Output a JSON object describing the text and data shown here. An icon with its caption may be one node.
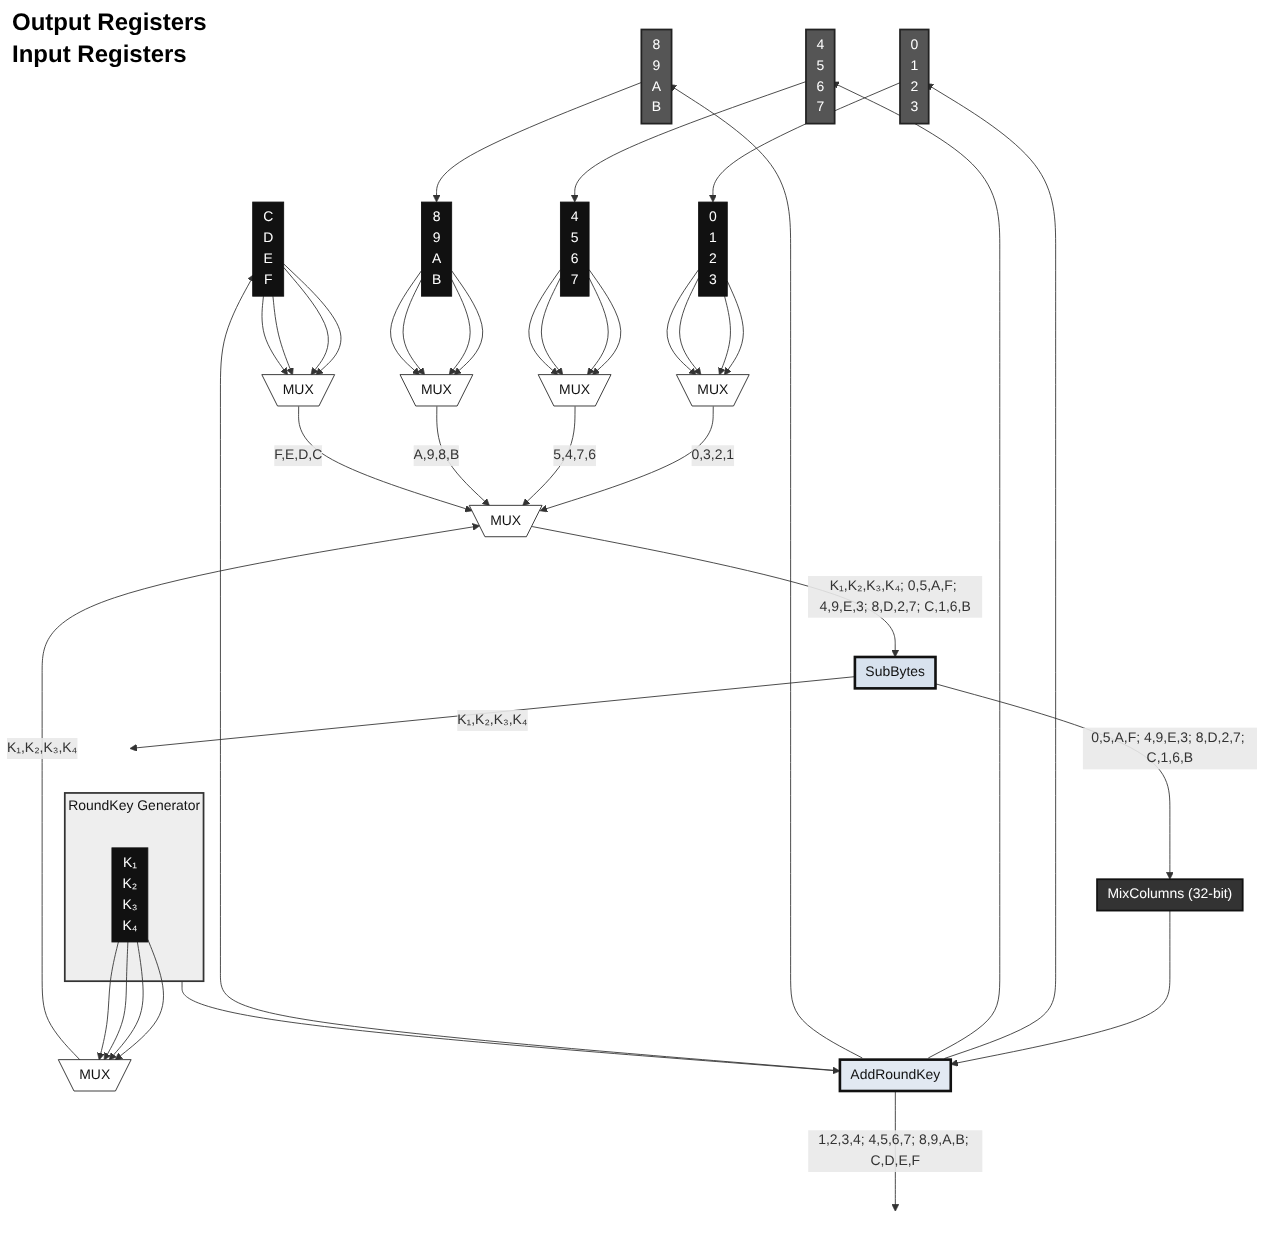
{
  "diagram": {
    "nodes": [
      {
        "text": [
          "0",
          "1",
          "2",
          "3"
        ]
      },
      {
        "text": [
          "4",
          "5",
          "6",
          "7"
        ]
      },
      {
        "text": [
          "8",
          "9",
          "A",
          "B"
        ]
      },
      {
        "text": [
          "0",
          "1",
          "2",
          "3"
        ]
      },
      {
        "text": [
          "4",
          "5",
          "6",
          "7"
        ]
      },
      {
        "text": [
          "8",
          "9",
          "A",
          "B"
        ]
      },
      {
        "text": [
          "C",
          "D",
          "E",
          "F"
        ]
      },
      {
        "text": [
          "RoundKey Generator"
        ]
      },
      {
        "text": [
          "K₁",
          "K₂",
          "K₃",
          "K₄"
        ],
        "in": 7
      },
      {
        "text": [
          "MUX"
        ]
      },
      {
        "text": [
          "MUX"
        ]
      },
      {
        "text": [
          "MUX"
        ]
      },
      {
        "text": [
          "MUX"
        ]
      },
      {
        "text": [
          "MUX"
        ]
      },
      {
        "text": [
          "MUX"
        ]
      },
      {
        "text": [
          "SubBytes"
        ]
      },
      {
        "text": [
          "MixColumns (32-bit)"
        ]
      },
      {
        "text": [
          "AddRoundKey"
        ]
      }
    ],
    "edges": [
      {
        "from": 0,
        "to": 3,
        "arrow": "to"
      },
      {
        "from": 1,
        "to": 4,
        "arrow": "to"
      },
      {
        "from": 2,
        "to": 5,
        "arrow": "to"
      },
      {
        "from": 3,
        "to": 9,
        "arrow": "to"
      },
      {
        "from": 3,
        "to": 9,
        "arrow": "to"
      },
      {
        "from": 3,
        "to": 9,
        "arrow": "to"
      },
      {
        "from": 3,
        "to": 9,
        "arrow": "to"
      },
      {
        "from": 4,
        "to": 10,
        "arrow": "to"
      },
      {
        "from": 4,
        "to": 10,
        "arrow": "to"
      },
      {
        "from": 4,
        "to": 10,
        "arrow": "to"
      },
      {
        "from": 4,
        "to": 10,
        "arrow": "to"
      },
      {
        "from": 5,
        "to": 11,
        "arrow": "to"
      },
      {
        "from": 5,
        "to": 11,
        "arrow": "to"
      },
      {
        "from": 5,
        "to": 11,
        "arrow": "to"
      },
      {
        "from": 5,
        "to": 11,
        "arrow": "to"
      },
      {
        "from": 6,
        "to": 12,
        "arrow": "to"
      },
      {
        "from": 6,
        "to": 12,
        "arrow": "to"
      },
      {
        "from": 6,
        "to": 12,
        "arrow": "to"
      },
      {
        "from": 6,
        "to": 12,
        "arrow": "to"
      },
      {
        "from": 8,
        "to": 13,
        "arrow": "to"
      },
      {
        "from": 8,
        "to": 13,
        "arrow": "to"
      },
      {
        "from": 8,
        "to": 13,
        "arrow": "to"
      },
      {
        "from": 8,
        "to": 13,
        "arrow": "to"
      },
      {
        "from": 9,
        "to": 14,
        "arrow": "to",
        "label": "0,3,2,1"
      },
      {
        "from": 10,
        "to": 14,
        "arrow": "to",
        "label": "5,4,7,6"
      },
      {
        "from": 11,
        "to": 14,
        "arrow": "to",
        "label": "A,9,8,B"
      },
      {
        "from": 12,
        "to": 14,
        "arrow": "to",
        "label": "F,E,D,C"
      },
      {
        "from": 13,
        "to": 14,
        "arrow": "to",
        "label": "K₁,K₂,K₃,K₄"
      },
      {
        "from": 14,
        "to": 15,
        "arrow": "to",
        "label": "K₁,K₂,K₃,K₄; 0,5,A,F; 4,9,E,3; 8,D,2,7; C,1,6,B"
      },
      {
        "from": 15,
        "to": 7,
        "arrow": "to",
        "label": "K₁,K₂,K₃,K₄"
      },
      {
        "from": 15,
        "to": 16,
        "arrow": "to",
        "label": "0,5,A,F; 4,9,E,3; 8,D,2,7; C,1,6,B"
      },
      {
        "from": 16,
        "to": 17,
        "arrow": "to"
      },
      {
        "from": 7,
        "to": 17,
        "arrow": "to"
      },
      {
        "from": 17,
        "to": null,
        "arrow": "to",
        "label": "1,2,3,4; 4,5,6,7; 8,9,A,B; C,D,E,F"
      },
      {
        "from": 17,
        "to": 0,
        "arrow": "to"
      },
      {
        "from": 17,
        "to": 1,
        "arrow": "to"
      },
      {
        "from": 17,
        "to": 2,
        "arrow": "to"
      },
      {
        "from": 17,
        "to": 6,
        "arrow": "to"
      }
    ],
    "labels": [
      "Output Registers",
      "Input Registers"
    ]
  }
}
